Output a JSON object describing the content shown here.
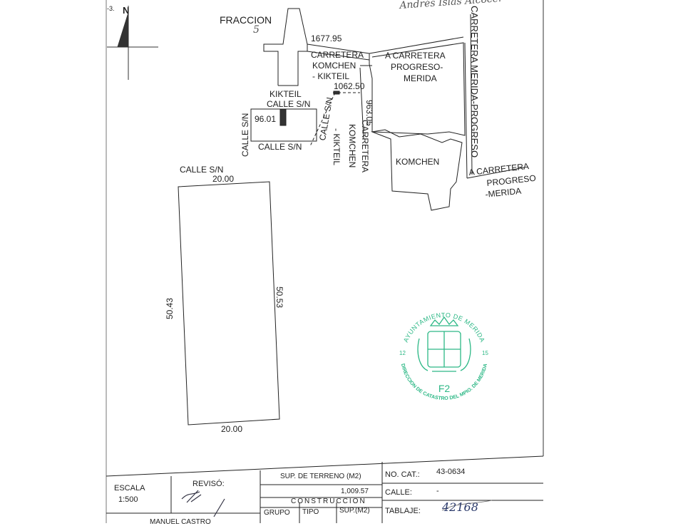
{
  "handwritten_owner": "Andrés Islas Alcocer",
  "north_label": "N",
  "north_side_mark": "-3.",
  "fraccion": {
    "label": "FRACCION",
    "number": "5"
  },
  "measure_1677": "1677.95",
  "carretera_komchen_kikteil": [
    "CARRETERA",
    "KOMCHEN",
    "- KIKTEIL"
  ],
  "measure_1062": "1062.50",
  "a_carretera_progreso_merida_top": [
    "A CARRETERA",
    "PROGRESO-",
    "MERIDA"
  ],
  "carretera_merida_progreso": "CARRETERA MERIDA-PROGRESO",
  "kikteil": "KIKTEIL",
  "calle_sn": "CALLE S/N",
  "measure_96": "96.01",
  "measure_963": "963.05",
  "carretera_vertical": [
    "CARRETERA",
    "KOMCHEN",
    "- KIKTEIL"
  ],
  "komchen": "KOMCHEN",
  "a_carretera_progreso_merida_bottom": [
    "A CARRETERA",
    "PROGRESO",
    "-MERIDA"
  ],
  "lot": {
    "top_street": "CALLE S/N",
    "top": "20.00",
    "left": "50.43",
    "right": "50.53",
    "bottom": "20.00"
  },
  "stamp": {
    "top_text": "AYUNTAMIENTO DE MERIDA",
    "bottom_text": "DIRECCION DE CATASTRO DEL MPIO. DE MERIDA",
    "left_num": "12",
    "right_num": "15",
    "code": "F2",
    "color": "#2db886"
  },
  "table": {
    "escala_label": "ESCALA",
    "escala_value": "1:500",
    "reviso_label": "REVISÓ:",
    "sup_terreno_label": "SUP. DE TERRENO (M2)",
    "sup_terreno_value": "1,009.57",
    "construccion_label": "CONSTRUCCION",
    "grupo_label": "GRUPO",
    "tipo_label": "TIPO",
    "sup_m2_label": "SUP.(M2)",
    "no_cat_label": "NO. CAT.:",
    "no_cat_value": "43-0634",
    "calle_label": "CALLE:",
    "calle_value": "-",
    "tablaje_label": "TABLAJE:",
    "tablaje_value": "42168",
    "name_partial": "MANUEL CASTRO"
  }
}
